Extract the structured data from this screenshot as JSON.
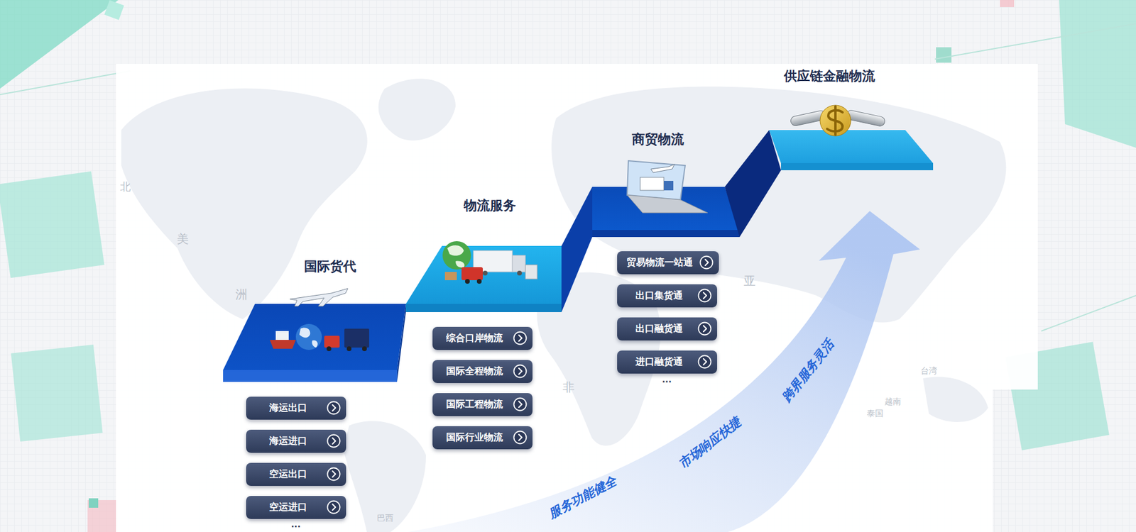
{
  "diagram": {
    "nodes": [
      {
        "text": [
          "国际货代"
        ]
      },
      {
        "text": [
          "海运出口"
        ]
      },
      {
        "text": [
          "海运进口"
        ]
      },
      {
        "text": [
          "空运出口"
        ]
      },
      {
        "text": [
          "空运进口"
        ]
      },
      {
        "text": [
          "物流服务"
        ]
      },
      {
        "text": [
          "综合口岸物流"
        ]
      },
      {
        "text": [
          "国际全程物流"
        ]
      },
      {
        "text": [
          "国际工程物流"
        ]
      },
      {
        "text": [
          "国际行业物流"
        ]
      },
      {
        "text": [
          "商贸物流"
        ]
      },
      {
        "text": [
          "贸易物流一站通"
        ]
      },
      {
        "text": [
          "出口集货通"
        ]
      },
      {
        "text": [
          "出口融货通"
        ]
      },
      {
        "text": [
          "进口融货通"
        ]
      },
      {
        "text": [
          "供应链金融物流"
        ]
      }
    ],
    "labels": [
      "...",
      "...",
      "服务功能健全",
      "市场响应快捷",
      "跨界服务灵活",
      "北",
      "美",
      "洲",
      "亚",
      "非",
      "台湾",
      "越南",
      "泰国",
      "巴西"
    ]
  }
}
